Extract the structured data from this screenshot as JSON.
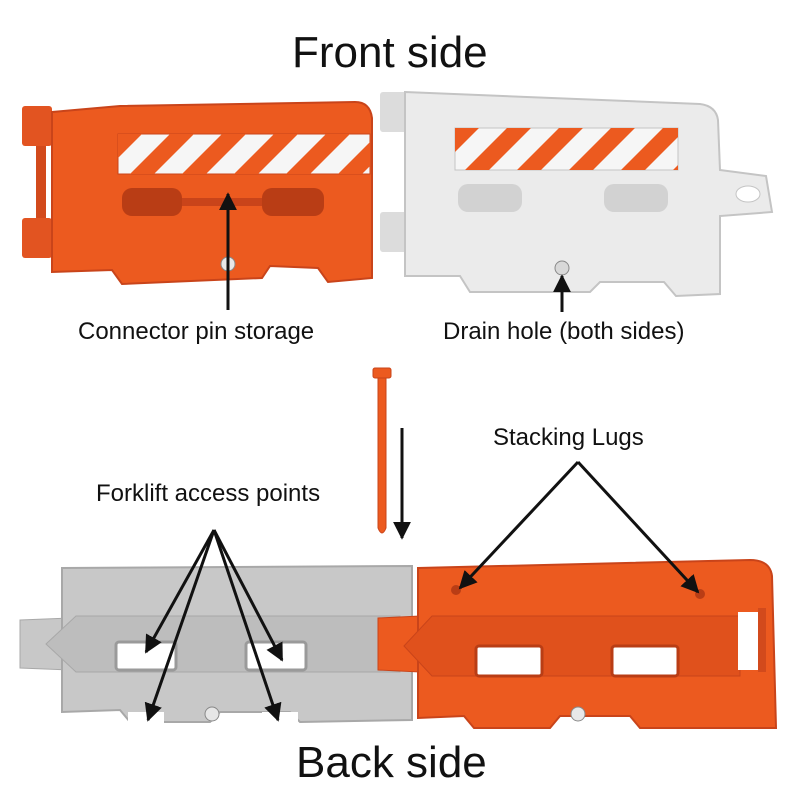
{
  "titles": {
    "front": "Front side",
    "back": "Back side"
  },
  "labels": {
    "connector_pin": "Connector pin storage",
    "drain_hole": "Drain hole (both sides)",
    "stacking_lugs": "Stacking Lugs",
    "forklift": "Forklift access points"
  },
  "colors": {
    "orange": "#ec5a1f",
    "orange_dark": "#c9441a",
    "white_barrier": "#ebebeb",
    "gray_barrier": "#c8c8c8",
    "arrow": "#111111",
    "stripe_white": "#f6f6f6"
  }
}
